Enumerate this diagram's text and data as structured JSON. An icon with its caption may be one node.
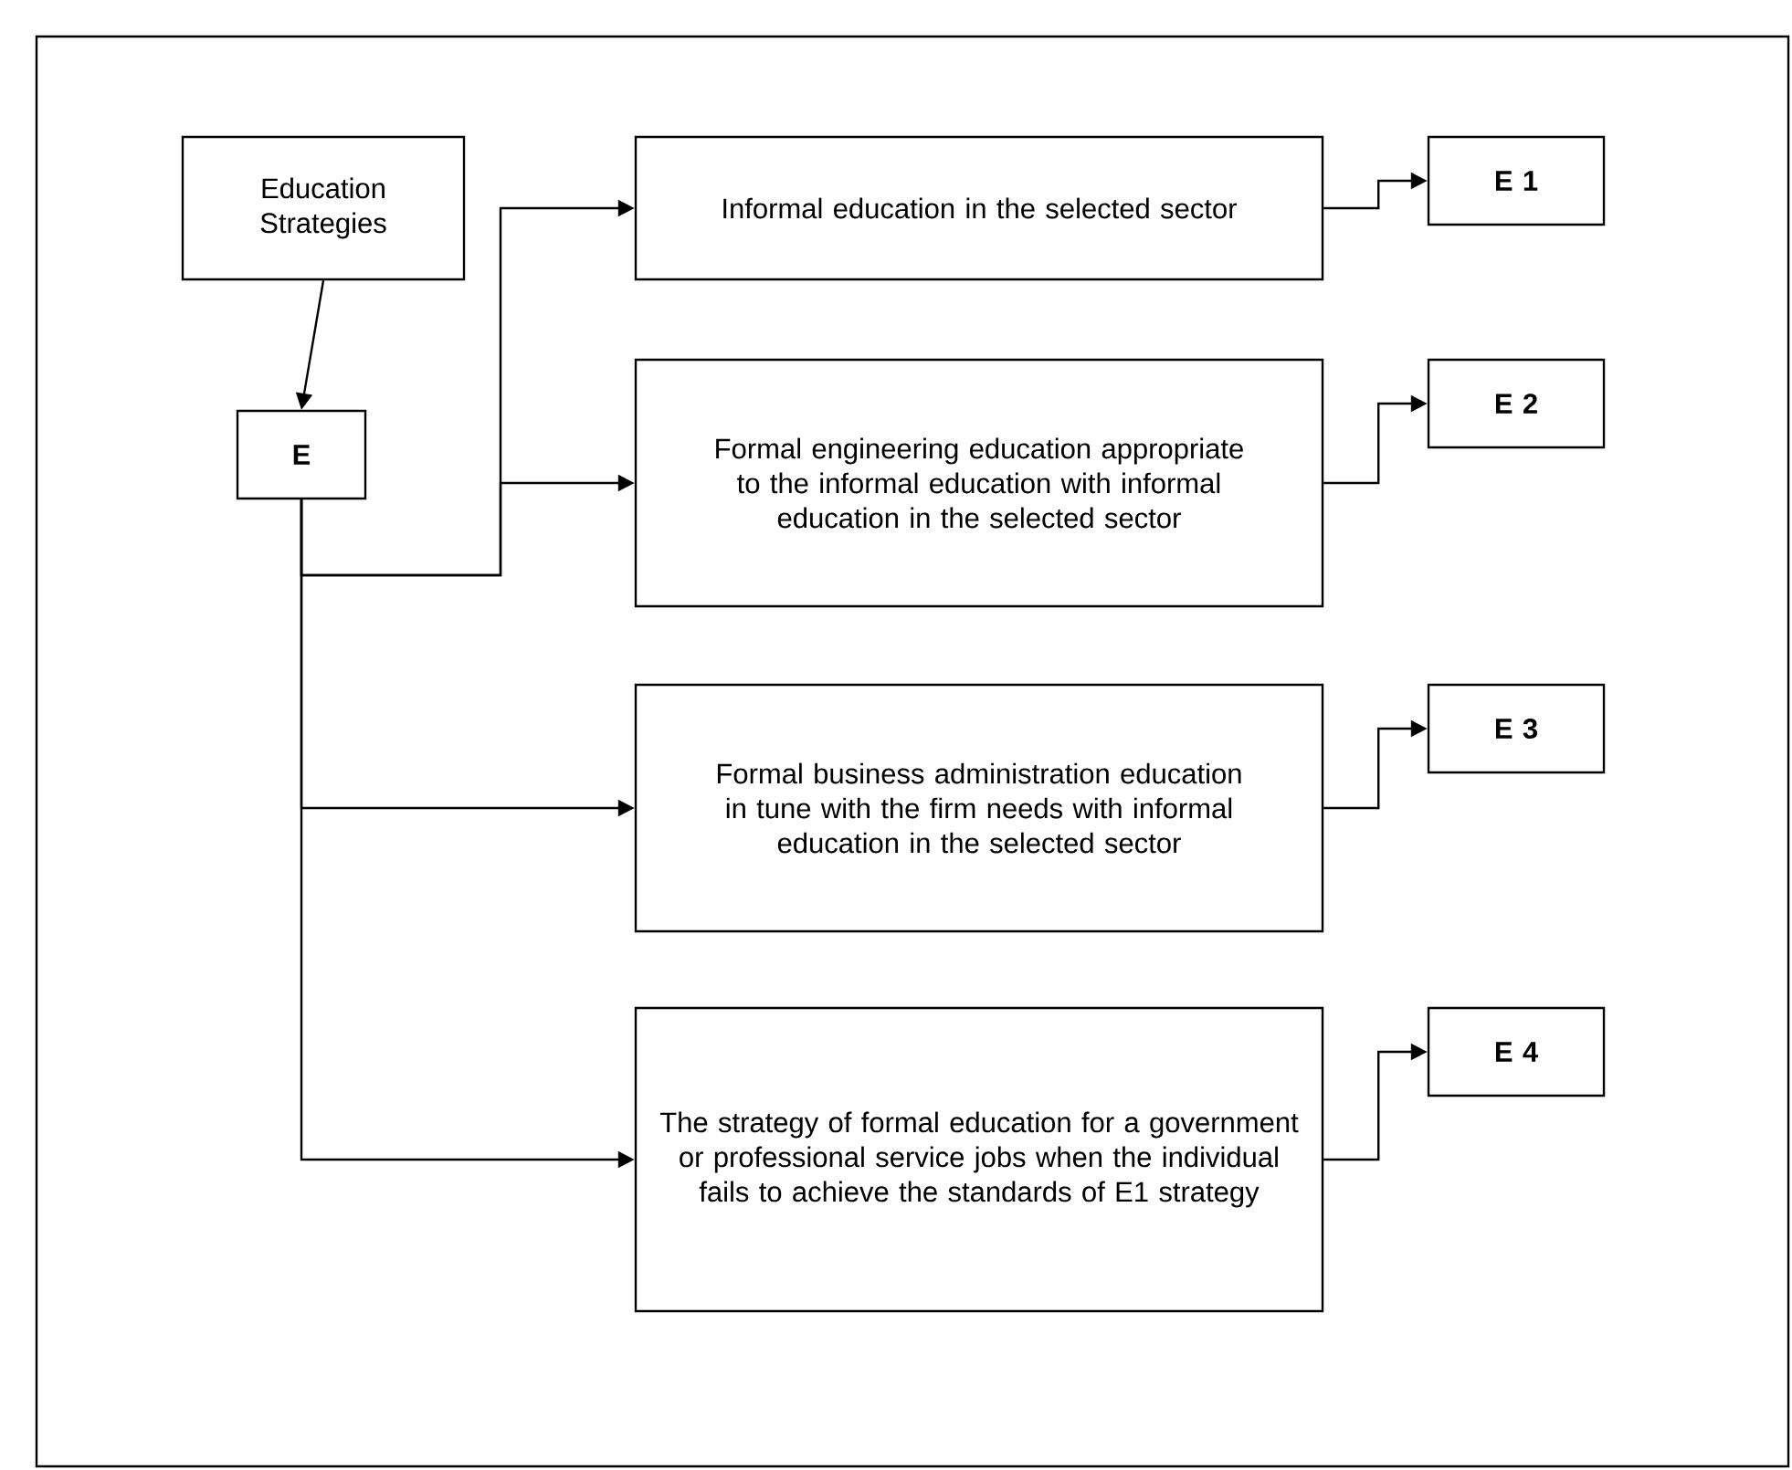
{
  "diagram": {
    "nodes": [
      {
        "text": [
          "Education Strategies"
        ]
      },
      {
        "text": [
          "E"
        ]
      },
      {
        "text": [
          "Informal education in the selected sector"
        ]
      },
      {
        "text": [
          "Formal engineering education appropriate to the informal education with informal education in the selected sector"
        ]
      },
      {
        "text": [
          "Formal business administration education in tune with the firm needs with informal education in the selected sector"
        ]
      },
      {
        "text": [
          "The strategy of formal education for a government or professional service jobs when the individual fails to achieve the standards of E1 strategy"
        ]
      },
      {
        "text": [
          "E 1"
        ]
      },
      {
        "text": [
          "E 2"
        ]
      },
      {
        "text": [
          "E 3"
        ]
      },
      {
        "text": [
          "E 4"
        ]
      }
    ],
    "edges": [
      {
        "from": 0,
        "to": 1,
        "arrow": "to"
      },
      {
        "from": 1,
        "to": 2,
        "arrow": "to"
      },
      {
        "from": 1,
        "to": 3,
        "arrow": "to"
      },
      {
        "from": 1,
        "to": 4,
        "arrow": "to"
      },
      {
        "from": 1,
        "to": 5,
        "arrow": "to"
      },
      {
        "from": 2,
        "to": 6,
        "arrow": "to"
      },
      {
        "from": 3,
        "to": 7,
        "arrow": "to"
      },
      {
        "from": 4,
        "to": 8,
        "arrow": "to"
      },
      {
        "from": 5,
        "to": 9,
        "arrow": "to"
      }
    ]
  }
}
